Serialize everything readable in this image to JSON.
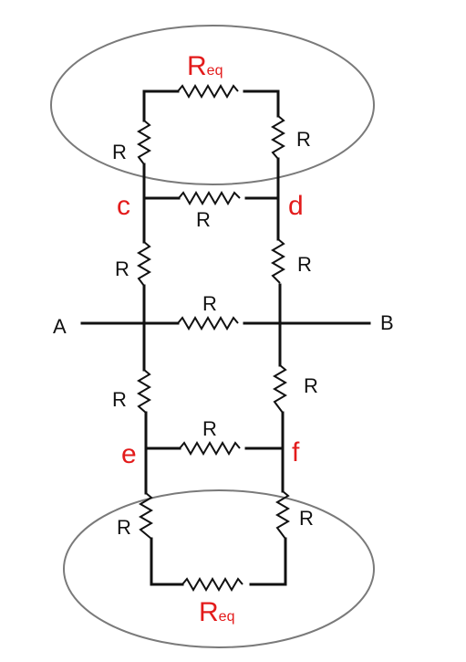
{
  "colors": {
    "wire": "#111111",
    "highlight": "#e31b1b",
    "ellipse": "#7a7a7a"
  },
  "labels": {
    "resistor": "R",
    "req_main": "R",
    "req_sub": "eq",
    "terminal_a": "A",
    "terminal_b": "B",
    "node_c": "c",
    "node_d": "d",
    "node_e": "e",
    "node_f": "f"
  }
}
